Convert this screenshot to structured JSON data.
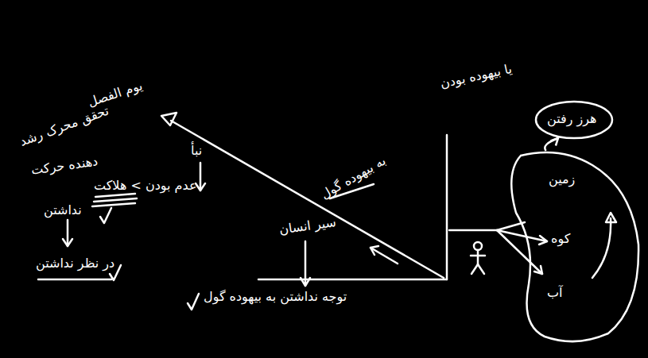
{
  "diagram": {
    "nodes": [
      {
        "text": [
          "زمین"
        ]
      },
      {
        "text": [
          "کوه"
        ],
        "in": 0
      },
      {
        "text": [
          "آب"
        ],
        "in": 0
      },
      {
        "text": [
          "یا بیهوده بودن",
          "هرز رفتن"
        ]
      }
    ],
    "edges": [
      {
        "from": 0,
        "to": 3,
        "arrow": "to"
      }
    ],
    "labels": [
      "یوم الفصل",
      "تحقق محرک رشد",
      "دهنده حرکت",
      "نداشتن",
      "در نظر نداشتن",
      "نبأ",
      "عدم بودن > هلاکت",
      "به بیهوده گول",
      "سیر انسان",
      "توجه نداشتن به بیهوده گول"
    ]
  }
}
